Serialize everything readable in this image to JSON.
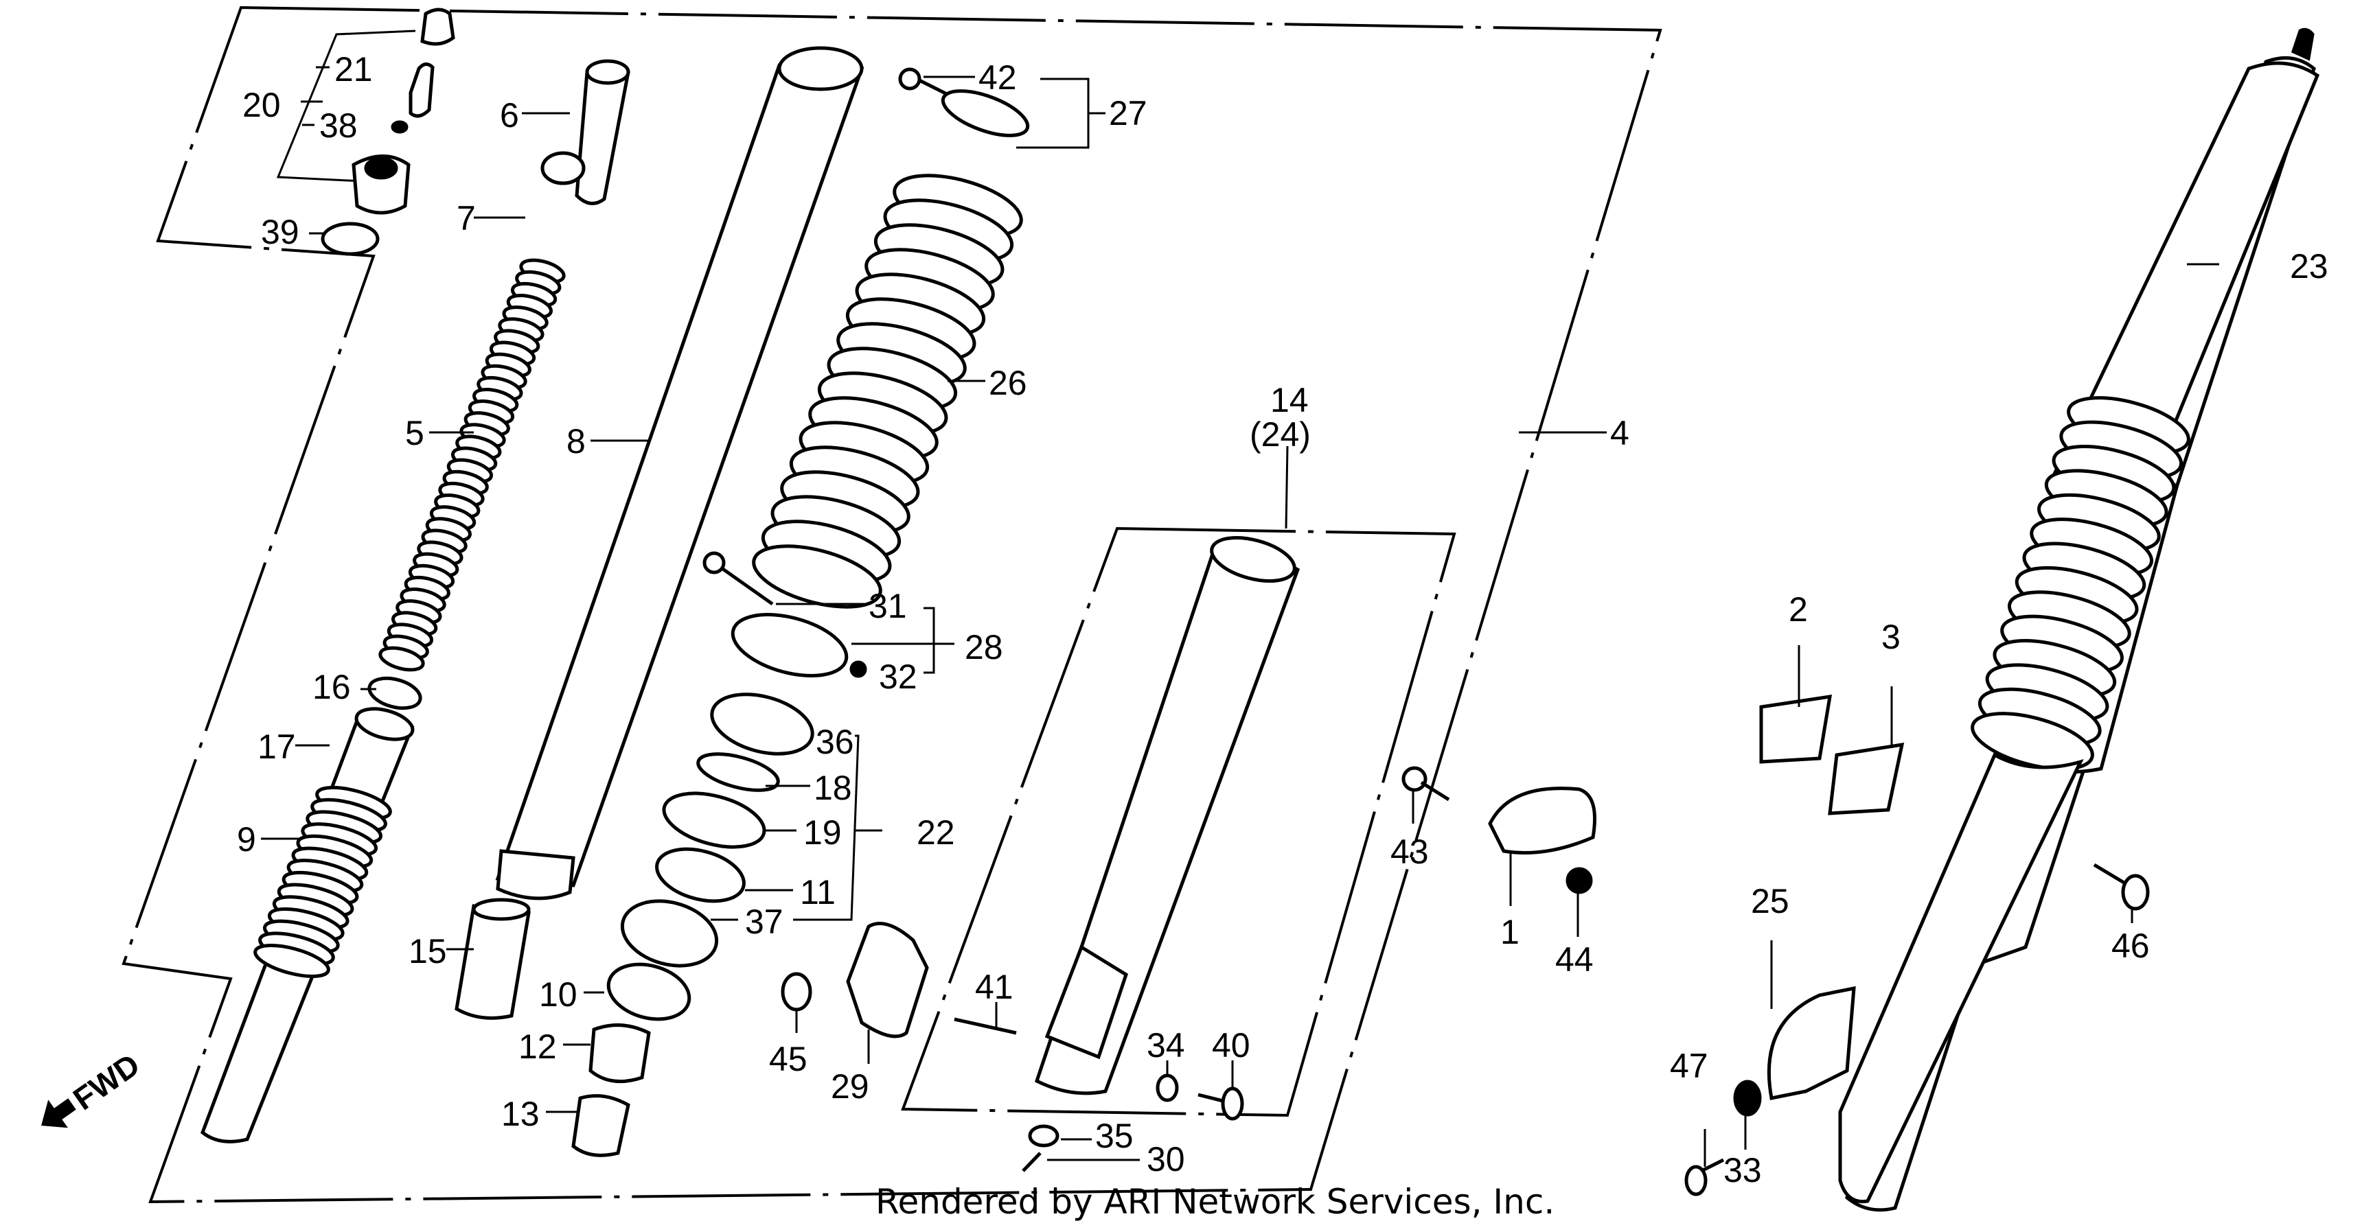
{
  "diagram": {
    "watermark": "Rendered by ARI Network Services, Inc.",
    "direction_label": "FWD",
    "colors": {
      "ink": "#000000",
      "paper": "#ffffff"
    },
    "callouts": {
      "p1": "1",
      "p2": "2",
      "p3": "3",
      "p4": "4",
      "p5": "5",
      "p6": "6",
      "p7": "7",
      "p8": "8",
      "p9": "9",
      "p10": "10",
      "p11": "11",
      "p12": "12",
      "p13": "13",
      "p14": "14",
      "p24": "(24)",
      "p15": "15",
      "p16": "16",
      "p17": "17",
      "p18": "18",
      "p19": "19",
      "p20": "20",
      "p21": "21",
      "p22": "22",
      "p23": "23",
      "p25": "25",
      "p26": "26",
      "p27": "27",
      "p28": "28",
      "p29": "29",
      "p30": "30",
      "p31": "31",
      "p32": "32",
      "p33": "33",
      "p34": "34",
      "p35": "35",
      "p36": "36",
      "p37": "37",
      "p38": "38",
      "p39": "39",
      "p40": "40",
      "p41": "41",
      "p42": "42",
      "p43": "43",
      "p44": "44",
      "p45": "45",
      "p46": "46",
      "p47": "47"
    }
  }
}
